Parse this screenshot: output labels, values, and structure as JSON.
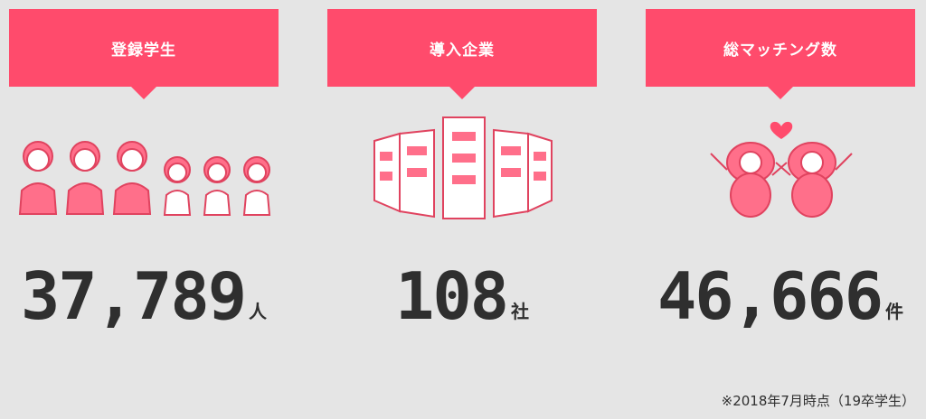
{
  "colors": {
    "accent": "#ff4b6c",
    "background": "#e5e5e5",
    "text": "#2f2f2f"
  },
  "stats": [
    {
      "label": "登録学生",
      "value": "37,789",
      "unit": "人",
      "icon": "students-icon"
    },
    {
      "label": "導入企業",
      "value": "108",
      "unit": "社",
      "icon": "buildings-icon"
    },
    {
      "label": "総マッチング数",
      "value": "46,666",
      "unit": "件",
      "icon": "matching-cows-icon"
    }
  ],
  "footnote": "※2018年7月時点（19卒学生）"
}
